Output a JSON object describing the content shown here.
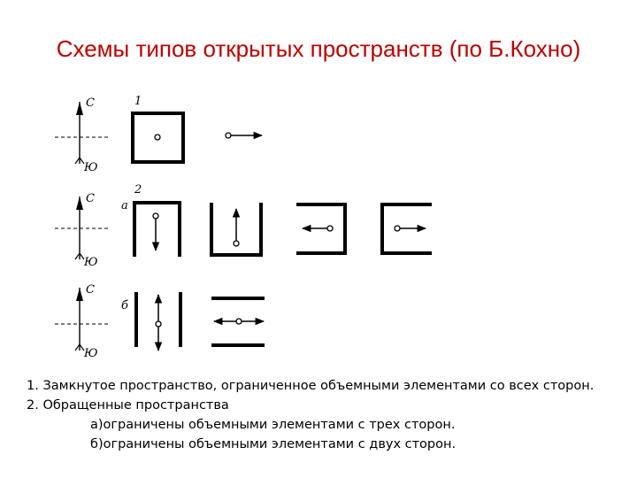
{
  "title": "Схемы типов открытых пространств (по Б.Кохно)",
  "compass": {
    "north": "С",
    "south": "Ю"
  },
  "row_labels": {
    "row1": "1",
    "row2": "2",
    "row2_sub": "а",
    "row3_sub": "б"
  },
  "caption": {
    "line1": "1. Замкнутое пространство, ограниченное объемными элементами со всех сторон.",
    "line2": "2. Обращенные пространства",
    "line3": "а)ограничены объемными элементами с трех сторон.",
    "line4": "б)ограничены  объемными элементами с двух сторон."
  },
  "colors": {
    "title": "#c00000",
    "lines": "#000000"
  }
}
